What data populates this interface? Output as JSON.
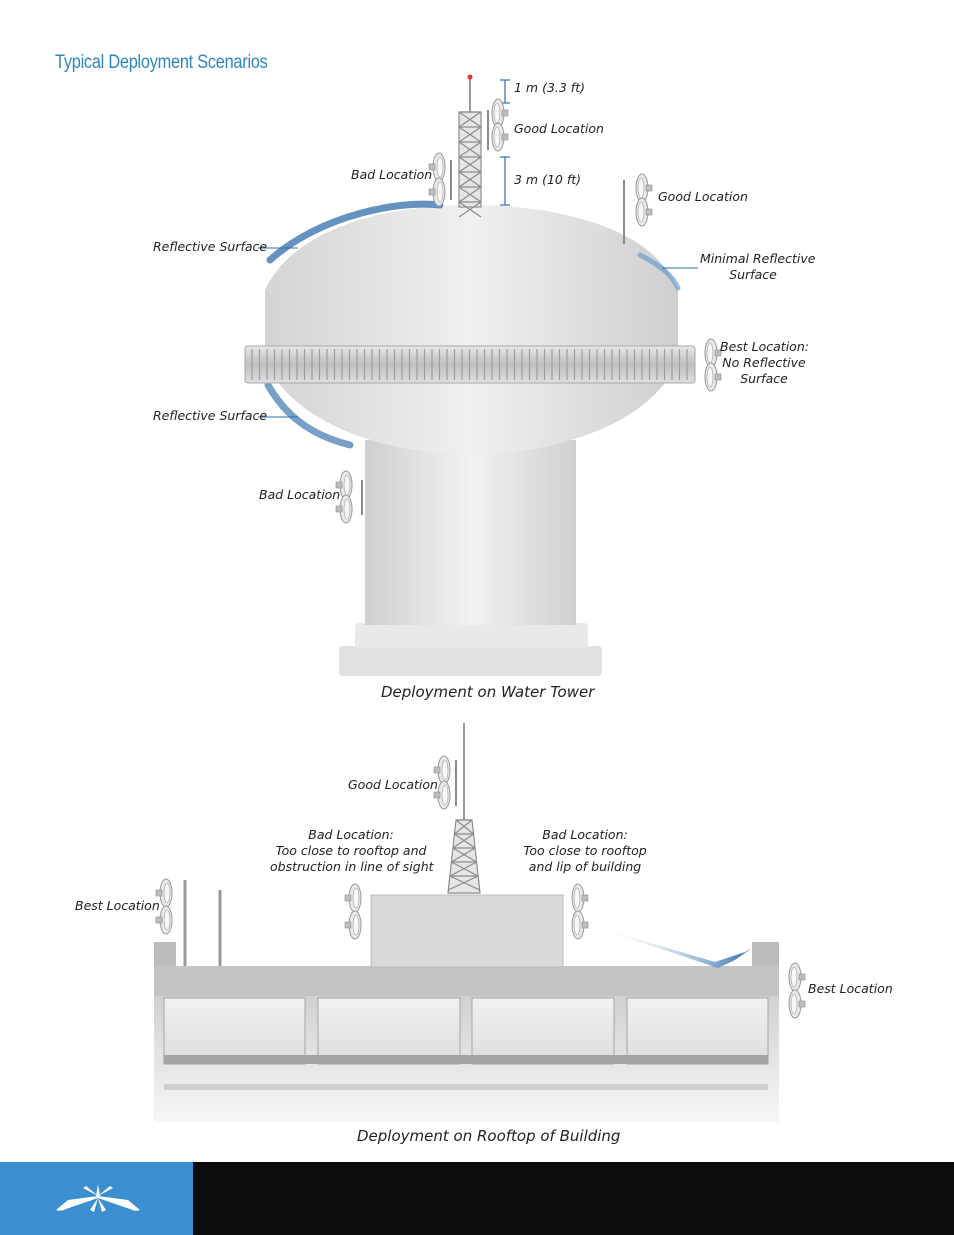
{
  "page": {
    "heading": "Typical Deployment Scenarios"
  },
  "water_tower": {
    "caption": "Deployment on Water Tower",
    "labels": {
      "one_meter": "1 m (3.3 ft)",
      "good_location_1": "Good Location",
      "bad_location_top": "Bad Location",
      "three_meter": "3 m (10 ft)",
      "good_location_2": "Good Location",
      "reflective_surface_1": "Reflective Surface",
      "minimal_reflective_l1": "Minimal Reflective",
      "minimal_reflective_l2": "Surface",
      "best_location_l1": "Best Location:",
      "best_location_l2": "No Reflective",
      "best_location_l3": "Surface",
      "reflective_surface_2": "Reflective Surface",
      "bad_location_bottom": "Bad Location"
    }
  },
  "rooftop": {
    "caption": "Deployment on Rooftop of Building",
    "labels": {
      "good_location": "Good Location",
      "bad_left_l1": "Bad Location:",
      "bad_left_l2": "Too close to rooftop and",
      "bad_left_l3": "obstruction in line of sight",
      "bad_right_l1": "Bad Location:",
      "bad_right_l2": "Too close to rooftop",
      "bad_right_l3": "and lip of building",
      "best_location_left": "Best Location",
      "best_location_right": "Best Location"
    }
  },
  "colors": {
    "accent": "#2e86c1",
    "footer_blue": "#3b8fd1",
    "footer_black": "#0d0d0d",
    "reflect": "#4a7fb5"
  }
}
